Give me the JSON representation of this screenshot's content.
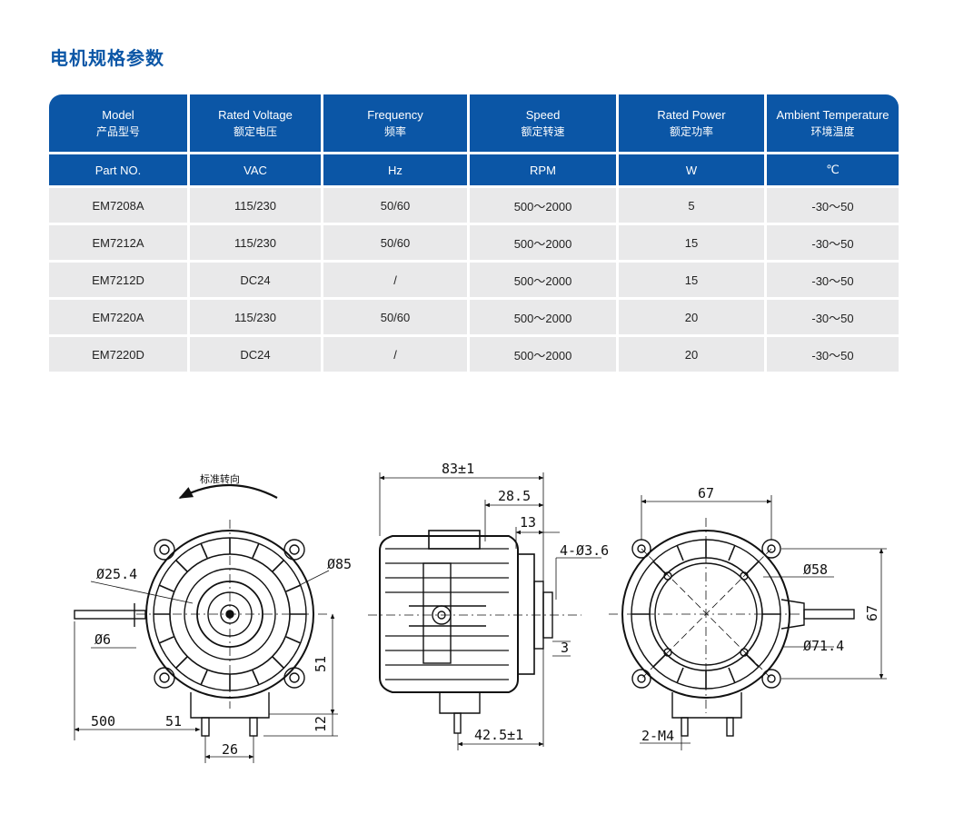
{
  "page": {
    "title": "电机规格参数"
  },
  "table": {
    "headers": [
      {
        "en": "Model",
        "zh": "产品型号"
      },
      {
        "en": "Rated Voltage",
        "zh": "额定电压"
      },
      {
        "en": "Frequency",
        "zh": "频率"
      },
      {
        "en": "Speed",
        "zh": "额定转速"
      },
      {
        "en": "Rated Power",
        "zh": "额定功率"
      },
      {
        "en": "Ambient  Temperature",
        "zh": "环境温度"
      }
    ],
    "units": [
      "Part NO.",
      "VAC",
      "Hz",
      "RPM",
      "W",
      "℃"
    ],
    "rows": [
      [
        "EM7208A",
        "115/230",
        "50/60",
        "500～2000",
        "5",
        "-30～50"
      ],
      [
        "EM7212A",
        "115/230",
        "50/60",
        "500～2000",
        "15",
        "-30～50"
      ],
      [
        "EM7212D",
        "DC24",
        "/",
        "500～2000",
        "15",
        "-30～50"
      ],
      [
        "EM7220A",
        "115/230",
        "50/60",
        "500～2000",
        "20",
        "-30～50"
      ],
      [
        "EM7220D",
        "DC24",
        "/",
        "500～2000",
        "20",
        "-30～50"
      ]
    ]
  },
  "drawings": {
    "front": {
      "rotation_label": "标准转向",
      "dims": {
        "d85": "Ø85",
        "d25_4": "Ø25.4",
        "d6": "Ø6",
        "l500": "500",
        "l51h": "51",
        "l51v": "51",
        "l12": "12",
        "l26": "26"
      }
    },
    "side": {
      "dims": {
        "l83": "83±1",
        "l28_5": "28.5",
        "l13": "13",
        "holes": "4-Ø3.6",
        "l3": "3",
        "l42_5": "42.5±1"
      }
    },
    "back": {
      "dims": {
        "l67h": "67",
        "l67v": "67",
        "d58": "Ø58",
        "d71_4": "Ø71.4",
        "m4": "2-M4"
      }
    }
  }
}
